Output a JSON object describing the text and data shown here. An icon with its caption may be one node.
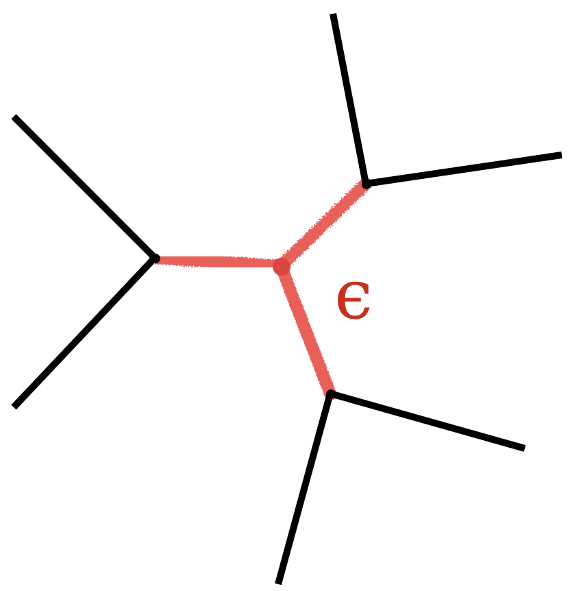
{
  "diagram": {
    "nodes": [
      {
        "text": [],
        "shape": "dot"
      },
      {
        "text": [],
        "shape": "dot"
      },
      {
        "text": [],
        "shape": "dot"
      },
      {
        "text": [],
        "shape": "dot"
      }
    ],
    "edges": [
      {
        "from": 0,
        "to": 1,
        "arrow": "none",
        "style": "thick",
        "color": "#e8605a"
      },
      {
        "from": 0,
        "to": 2,
        "arrow": "none",
        "style": "thick",
        "color": "#e8605a"
      },
      {
        "from": 0,
        "to": 3,
        "arrow": "none",
        "style": "thick",
        "color": "#e8605a"
      },
      {
        "from": 1,
        "to": null,
        "arrow": "none"
      },
      {
        "from": 1,
        "to": null,
        "arrow": "none"
      },
      {
        "from": 2,
        "to": null,
        "arrow": "none"
      },
      {
        "from": 2,
        "to": null,
        "arrow": "none"
      },
      {
        "from": 3,
        "to": null,
        "arrow": "none"
      },
      {
        "from": 3,
        "to": null,
        "arrow": "none"
      }
    ],
    "labels": [
      "ϵ"
    ]
  }
}
